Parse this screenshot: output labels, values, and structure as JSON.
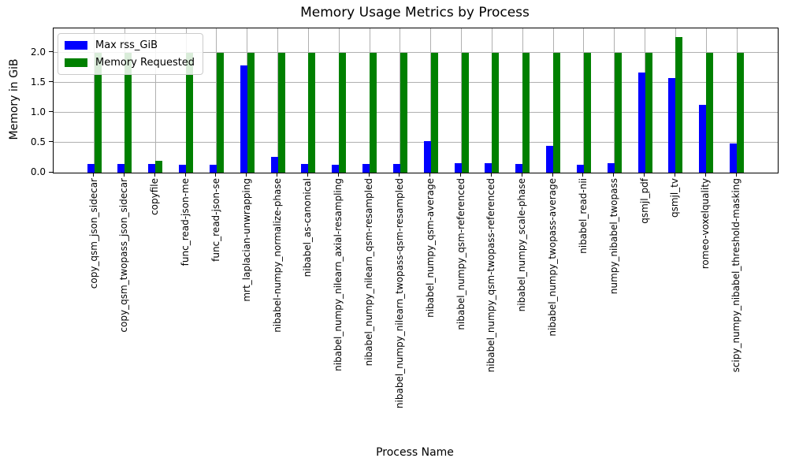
{
  "chart_data": {
    "type": "bar",
    "title": "Memory Usage Metrics by Process",
    "xlabel": "Process Name",
    "ylabel": "Memory in GiB",
    "categories": [
      "copy_qsm_json_sidecar",
      "copy_qsm_twopass_json_sidecar",
      "copyfile",
      "func_read-json-me",
      "func_read-json-se",
      "mrt_laplacian-unwrapping",
      "nibabel-numpy_normalize-phase",
      "nibabel_as-canonical",
      "nibabel_numpy_nilearn_axial-resampling",
      "nibabel_numpy_nilearn_qsm-resampled",
      "nibabel_numpy_nilearn_twopass-qsm-resampled",
      "nibabel_numpy_qsm-average",
      "nibabel_numpy_qsm-referenced",
      "nibabel_numpy_qsm-twopass-referenced",
      "nibabel_numpy_scale-phase",
      "nibabel_numpy_twopass-average",
      "nibabel_read-nii",
      "numpy_nibabel_twopass",
      "qsmjl_pdf",
      "qsmjl_tv",
      "romeo-voxelquality",
      "scipy_numpy_nibabel_threshold-masking"
    ],
    "series": [
      {
        "name": "Max rss_GiB",
        "color": "#0000ff",
        "values": [
          0.15,
          0.15,
          0.15,
          0.13,
          0.13,
          1.78,
          0.26,
          0.15,
          0.13,
          0.15,
          0.15,
          0.53,
          0.16,
          0.16,
          0.14,
          0.44,
          0.13,
          0.16,
          1.66,
          1.58,
          1.13,
          0.49
        ]
      },
      {
        "name": "Memory Requested",
        "color": "#008000",
        "values": [
          2.0,
          2.0,
          0.2,
          2.0,
          2.0,
          2.0,
          2.0,
          2.0,
          2.0,
          2.0,
          2.0,
          2.0,
          2.0,
          2.0,
          2.0,
          2.0,
          2.0,
          2.0,
          2.0,
          2.25,
          2.0,
          2.0
        ]
      }
    ],
    "yticks": [
      0.0,
      0.5,
      1.0,
      1.5,
      2.0
    ],
    "ylim": [
      0,
      2.4
    ],
    "grid": true,
    "grid_color": "#b0b0b0",
    "legend_position": "upper left"
  }
}
